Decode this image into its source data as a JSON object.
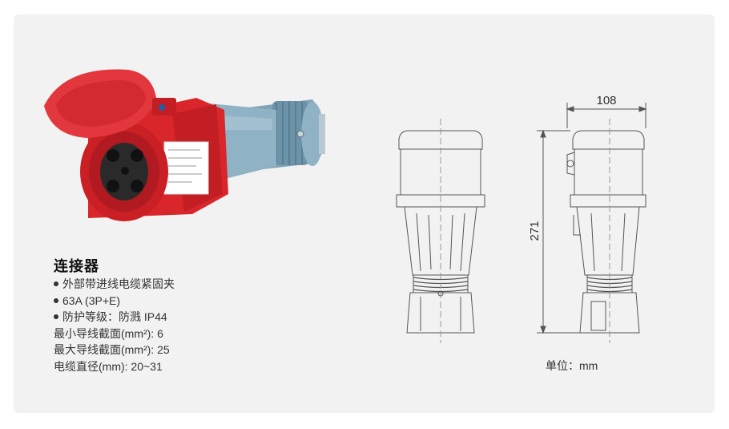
{
  "product": {
    "title": "连接器",
    "specs": [
      {
        "bullet": true,
        "text": "外部带进线电缆紧固夹"
      },
      {
        "bullet": true,
        "text": "63A (3P+E)"
      },
      {
        "bullet": true,
        "text": "防护等级：防溅  IP44"
      },
      {
        "bullet": false,
        "text": "最小导线截面(mm²): 6"
      },
      {
        "bullet": false,
        "text": "最大导线截面(mm²): 25"
      },
      {
        "bullet": false,
        "text": "电缆直径(mm): 20~31"
      }
    ]
  },
  "drawing": {
    "width_label": "108",
    "height_label": "271",
    "unit_label": "单位：mm"
  },
  "colors": {
    "background": "#f2f2f2",
    "housing_red": "#d9262b",
    "body_blue": "#8fb2c4",
    "line": "#555555"
  },
  "icons": {
    "photo": "industrial-connector-photo",
    "drawing": "connector-technical-drawing"
  }
}
